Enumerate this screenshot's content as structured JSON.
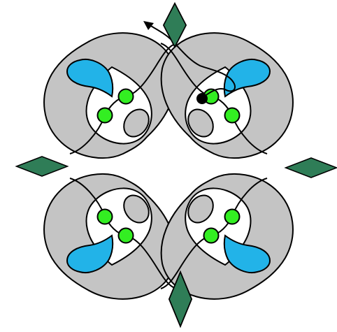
{
  "colors": {
    "background": "#ffffff",
    "subunit_fill": "#c4c4c4",
    "pocket_fill": "#c4c4c4",
    "teardrop_fill": "#22b3e8",
    "sphere_fill": "#33ee22",
    "diamond_fill": "#2f7d57",
    "outline": "#000000",
    "marker": "#000000"
  },
  "diagram": {
    "symmetry": "four-fold",
    "subunit_count": 4,
    "connector_count": 4,
    "spheres_per_subunit": 2,
    "path_has_arrow": true,
    "path_has_start_dot": true,
    "icons": [
      "gray-disk-shape",
      "blue-teardrop-shape",
      "green-sphere-shape",
      "gray-ellipse-shape",
      "green-diamond-shape",
      "arrowhead-icon",
      "start-dot-icon"
    ]
  }
}
